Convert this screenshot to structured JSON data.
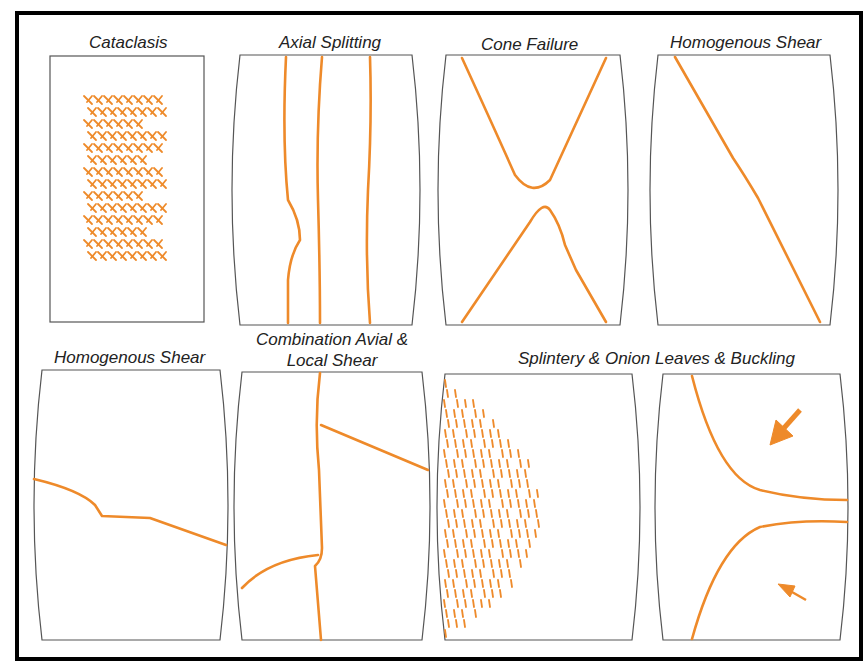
{
  "diagram": {
    "labels": [
      "Cataclasis",
      "Axial Splitting",
      "Cone Failure",
      "Homogenous Shear",
      "Homogenous Shear",
      "Combination Avial & Local Shear",
      "Splintery & Onion Leaves & Buckling"
    ]
  }
}
